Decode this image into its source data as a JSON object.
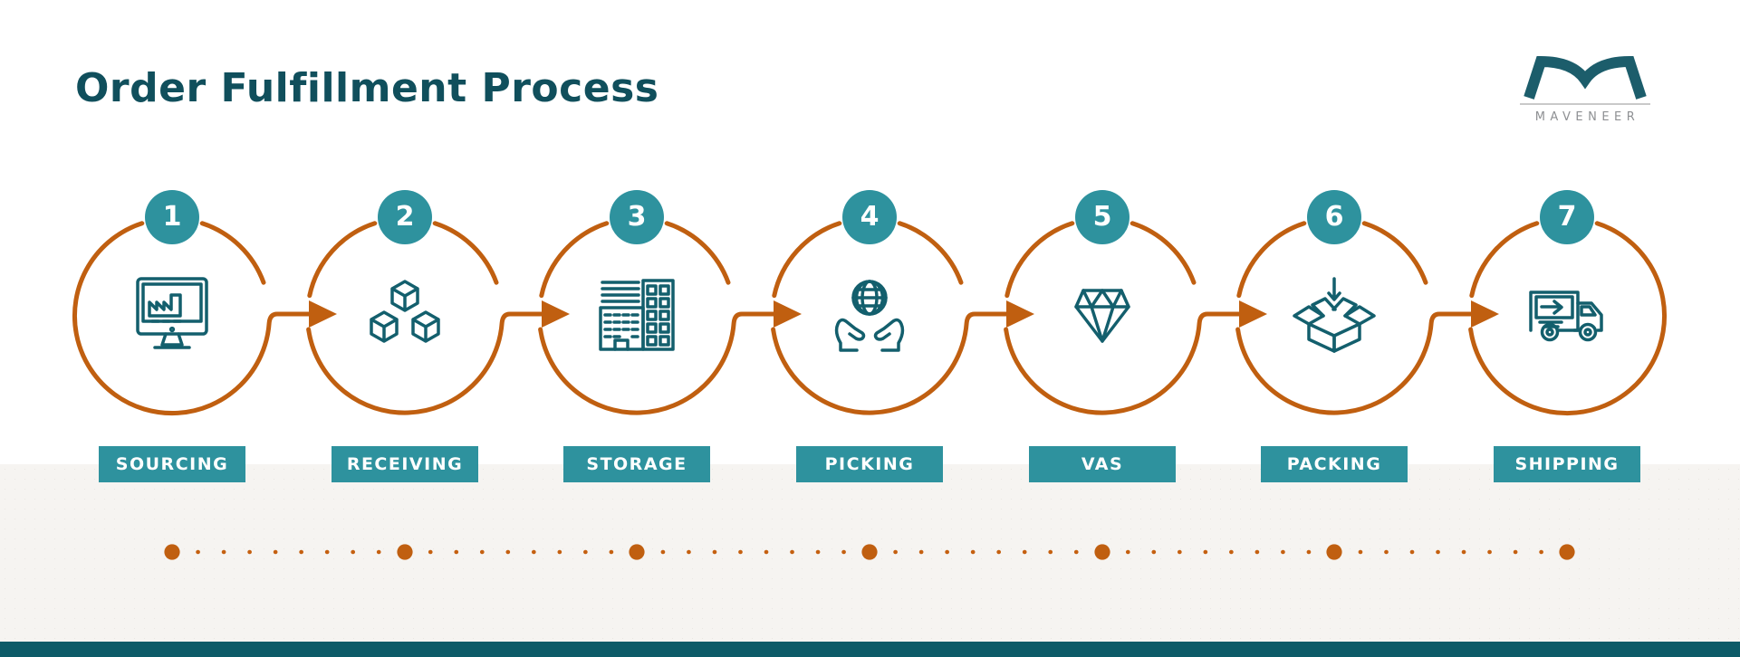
{
  "title": "Order Fulfillment Process",
  "logo": {
    "brand": "MAVENEER",
    "mark": "m-wave-logo"
  },
  "steps": [
    {
      "number": "1",
      "label": "SOURCING",
      "icon": "monitor-factory-icon"
    },
    {
      "number": "2",
      "label": "RECEIVING",
      "icon": "stacked-cubes-icon"
    },
    {
      "number": "3",
      "label": "STORAGE",
      "icon": "warehouse-buildings-icon"
    },
    {
      "number": "4",
      "label": "PICKING",
      "icon": "hands-holding-globe-icon"
    },
    {
      "number": "5",
      "label": "VAS",
      "icon": "diamond-icon"
    },
    {
      "number": "6",
      "label": "PACKING",
      "icon": "open-box-arrow-icon"
    },
    {
      "number": "7",
      "label": "SHIPPING",
      "icon": "delivery-truck-icon"
    }
  ],
  "colors": {
    "accent_orange": "#c05f10",
    "step_teal": "#2e929e",
    "icon_dark_teal": "#135f6d",
    "title_teal": "#104f5c",
    "footer_bar_teal": "#0d5b68",
    "band_gray": "#f6f4f1",
    "logo_gray": "#8e9093"
  }
}
